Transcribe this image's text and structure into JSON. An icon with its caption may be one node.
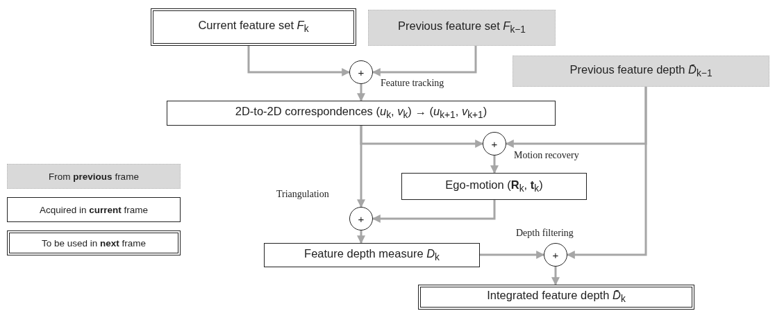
{
  "diagram": {
    "nodes": [
      {
        "text": [
          "Current feature set *F*$_{k}$"
        ]
      },
      {
        "text": [
          "Previous feature set *F*$_{k−1}$"
        ]
      },
      {
        "text": [
          "Previous feature depth *D̄*$_{k−1}$"
        ]
      },
      {
        "text": [
          "+"
        ],
        "beside": [
          "Feature tracking"
        ]
      },
      {
        "text": [
          "2D-to-2D correspondences (*u*$_{k}$, *v*$_{k}$) → (*u*$_{k+1}$, *v*$_{k+1}$)"
        ]
      },
      {
        "text": [
          "+"
        ],
        "beside": [
          "Motion recovery"
        ]
      },
      {
        "text": [
          "Ego-motion (**R**$_{k}$, **t**$_{k}$)"
        ]
      },
      {
        "text": [
          "+"
        ],
        "beside": [
          "Triangulation"
        ]
      },
      {
        "text": [
          "Feature depth measure *D*$_{k}$"
        ]
      },
      {
        "text": [
          "+"
        ],
        "beside": [
          "Depth filtering"
        ]
      },
      {
        "text": [
          "Integrated feature depth *D̄*$_{k}$"
        ]
      }
    ],
    "edges": [
      {
        "from": 0,
        "to": 3,
        "arrow": "to"
      },
      {
        "from": 1,
        "to": 3,
        "arrow": "to"
      },
      {
        "from": 3,
        "to": 4,
        "arrow": "to"
      },
      {
        "from": 4,
        "to": 5,
        "arrow": "to"
      },
      {
        "from": 2,
        "to": 5,
        "arrow": "to"
      },
      {
        "from": 5,
        "to": 6,
        "arrow": "to"
      },
      {
        "from": 4,
        "to": 7,
        "arrow": "to"
      },
      {
        "from": 6,
        "to": 7,
        "arrow": "to"
      },
      {
        "from": 7,
        "to": 8,
        "arrow": "to"
      },
      {
        "from": 8,
        "to": 9,
        "arrow": "to"
      },
      {
        "from": 2,
        "to": 9,
        "arrow": "to"
      },
      {
        "from": 9,
        "to": 10,
        "arrow": "to"
      }
    ],
    "legend": [
      {
        "text": "From **previous** frame",
        "color": "#d9d9d9"
      },
      {
        "text": "Acquired in **current** frame"
      },
      {
        "text": "To be used in **next** frame"
      }
    ]
  }
}
